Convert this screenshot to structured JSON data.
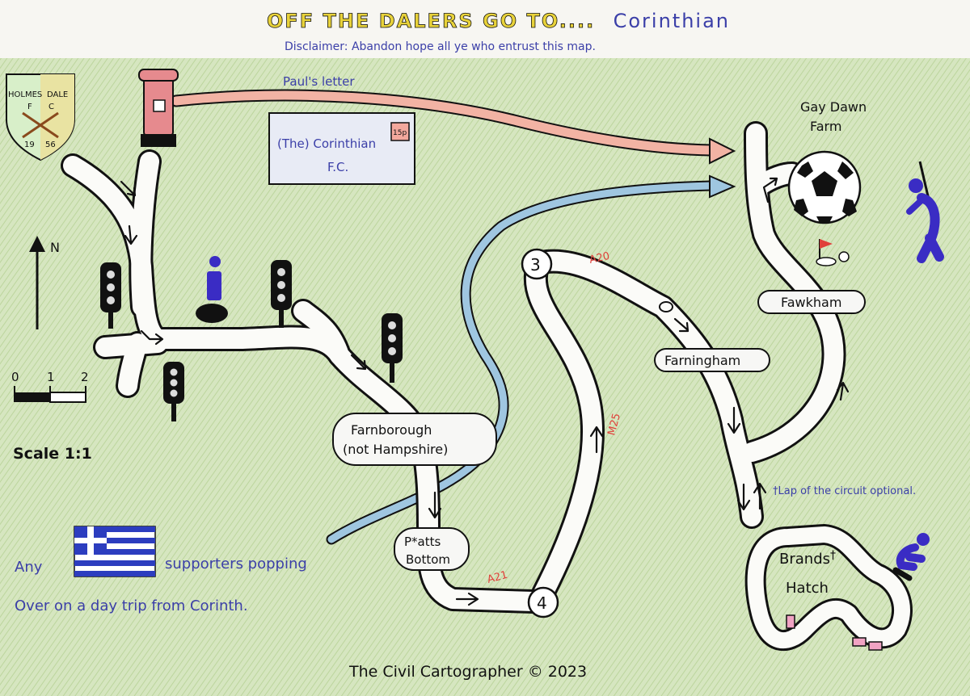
{
  "title": {
    "part1": "OFF THE DALERS GO TO....",
    "part2": "Corinthian"
  },
  "disclaimer": "Disclaimer: Abandon hope all ye who entrust this map.",
  "crest": {
    "left_text": "HOLMES",
    "right_text": "DALE",
    "letters_left": "F",
    "letters_right": "C",
    "year_left": "19",
    "year_right": "56"
  },
  "paths": {
    "pauls_letter": "Paul's letter"
  },
  "envelope": {
    "line1": "(The) Corinthian",
    "line2": "F.C.",
    "stamp": "15p"
  },
  "places": {
    "gay_dawn_farm_line1": "Gay Dawn",
    "gay_dawn_farm_line2": "Farm",
    "fawkham": "Fawkham",
    "farningham": "Farningham",
    "farnborough_line1": "Farnborough",
    "farnborough_line2": "(not Hampshire)",
    "pratts_line1": "P*atts",
    "pratts_line2": "Bottom",
    "brands_line1": "Brands",
    "brands_dagger": "†",
    "brands_line2": "Hatch"
  },
  "roads": {
    "a20": "A20",
    "m25": "M25",
    "a21": "A21",
    "junction_3": "3",
    "junction_4": "4"
  },
  "lap_note": "†Lap of the circuit optional.",
  "compass": {
    "north": "N"
  },
  "scale_bar": {
    "ticks": [
      "0",
      "1",
      "2"
    ],
    "label": "Scale 1:1"
  },
  "greek_note": {
    "any": "Any",
    "rest_line1": "supporters popping",
    "line2": "Over on a day trip from Corinth."
  },
  "credit": "The Civil Cartographer © 2023",
  "colors": {
    "grass": "#c9deb0",
    "letter_path": "#f2b3a4",
    "river": "#9fc6e0",
    "handwriting_blue": "#3b3fa8",
    "road_label_red": "#e0403a",
    "greek_blue": "#2c3dbf",
    "figure_blue": "#3a2cc4"
  },
  "icons": [
    "crest-icon",
    "post-box-icon",
    "envelope-icon",
    "traffic-light-icon",
    "football-icon",
    "golfer-icon",
    "golf-flag-icon",
    "compass-arrow-icon",
    "greek-flag-icon",
    "motorcyclist-icon",
    "roundabout-icon"
  ]
}
